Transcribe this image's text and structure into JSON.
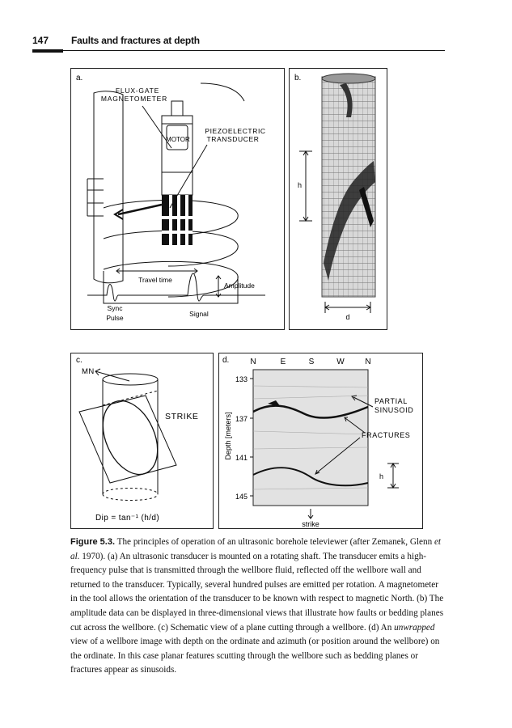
{
  "header": {
    "page_number": "147",
    "running_title": "Faults and fractures at depth"
  },
  "panel_a": {
    "label": "a.",
    "fluxgate_1": "FLUX-GATE",
    "fluxgate_2": "MAGNETOMETER",
    "motor": "MOTOR",
    "piezo_1": "PIEZOELECTRIC",
    "piezo_2": "TRANSDUCER",
    "travel_time": "Travel time",
    "amplitude": "Amplitude",
    "sync_1": "Sync",
    "sync_2": "Pulse",
    "signal": "Signal"
  },
  "panel_b": {
    "label": "b.",
    "h": "h",
    "d": "d"
  },
  "panel_c": {
    "label": "c.",
    "mn": "MN",
    "strike": "STRIKE",
    "formula": "Dip = tan⁻¹ (h/d)"
  },
  "panel_d": {
    "label": "d.",
    "azimuth_labels": [
      "N",
      "E",
      "S",
      "W",
      "N"
    ],
    "depth_ticks": [
      "133",
      "137",
      "141",
      "145"
    ],
    "ylabel": "Depth [meters]",
    "partial_1": "PARTIAL",
    "partial_2": "SINUSOID",
    "fractures": "FRACTURES",
    "h": "h",
    "strike": "strike"
  },
  "caption": {
    "figure_label": "Figure 5.3.",
    "part1": " The principles of operation of an ultrasonic borehole televiewer (after Zemanek, Glenn ",
    "etal": "et al.",
    "part2": " 1970). (a) An ultrasonic transducer is mounted on a rotating shaft. The transducer emits a high-frequency pulse that is transmitted through the wellbore fluid, reflected off the wellbore wall and returned to the transducer. Typically, several hundred pulses are emitted per rotation. A magnetometer in the tool allows the orientation of the transducer to be known with respect to magnetic North. (b) The amplitude data can be displayed in three-dimensional views that illustrate how faults or bedding planes cut across the wellbore. (c) Schematic view of a plane cutting through a wellbore. (d) An ",
    "unwrapped": "unwrapped",
    "part3": " view of a wellbore image with depth on the ordinate and azimuth (or position around the wellbore) on the ordinate. In this case planar features scutting through the wellbore such as bedding planes or fractures appear as sinusoids."
  }
}
